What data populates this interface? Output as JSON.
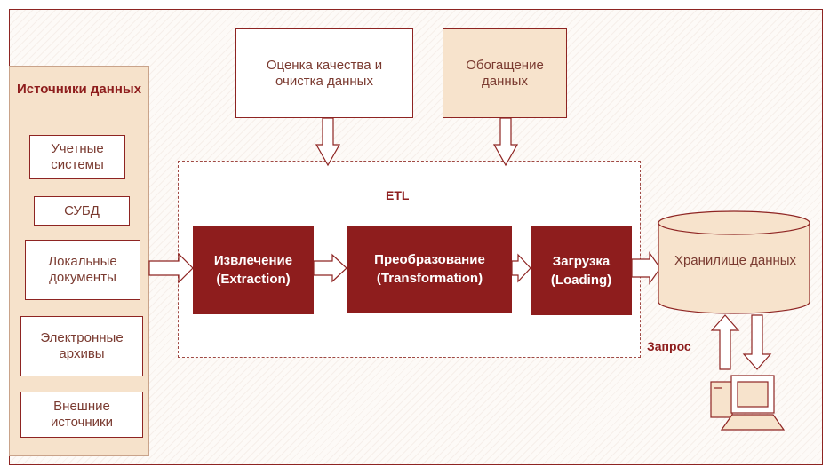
{
  "sources": {
    "title": "Источники данных",
    "items": [
      "Учетные системы",
      "СУБД",
      "Локальные документы",
      "Электронные архивы",
      "Внешние источники"
    ]
  },
  "quality_box": "Оценка качества и очистка данных",
  "enrichment_box": "Обогащение данных",
  "etl_label": "ETL",
  "stages": [
    "Извлечение (Extraction)",
    "Преобразование (Transformation)",
    "Загрузка (Loading)"
  ],
  "warehouse": "Хранилище данных",
  "query_label": "Запрос",
  "colors": {
    "accent": "#8e1d1d",
    "beige": "#f6e2cb",
    "outline": "#8e2422"
  },
  "icons": [
    "computer-icon"
  ]
}
